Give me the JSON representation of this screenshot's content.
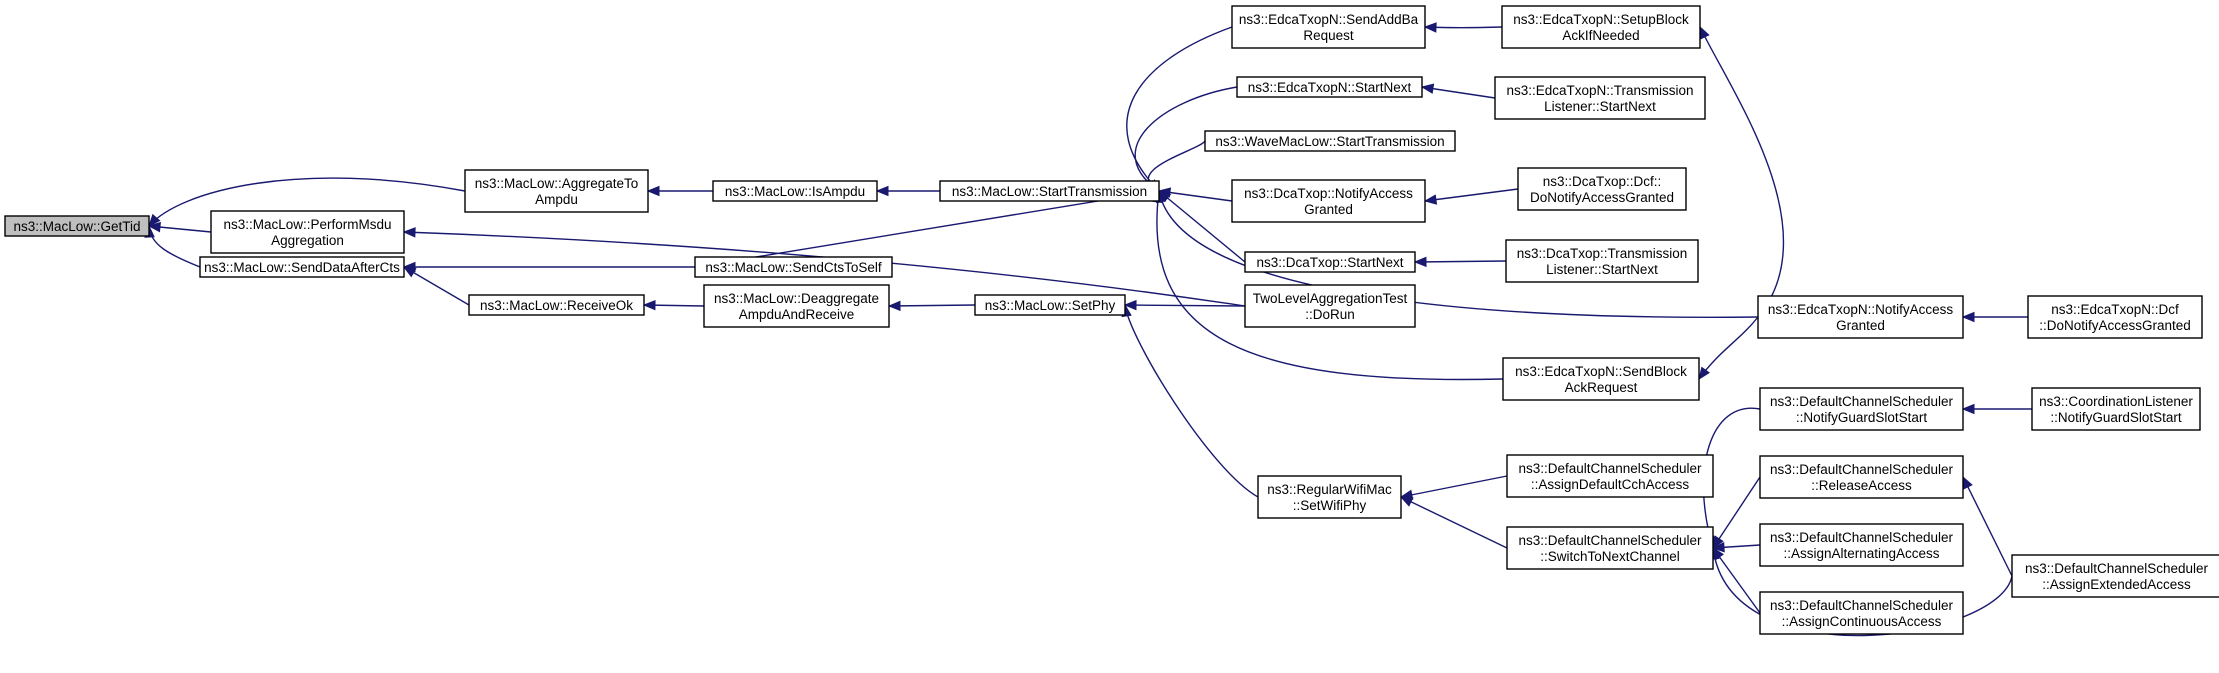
{
  "colors": {
    "edge": "#191970",
    "node_border": "#000000",
    "node_fill": "#ffffff",
    "root_fill": "#bfbfbf"
  },
  "nodes": [
    {
      "id": "gettid",
      "lines": [
        "ns3::MacLow::GetTid"
      ]
    },
    {
      "id": "aggregate",
      "lines": [
        "ns3::MacLow::AggregateTo",
        "Ampdu"
      ]
    },
    {
      "id": "performmsdu",
      "lines": [
        "ns3::MacLow::PerformMsdu",
        "Aggregation"
      ]
    },
    {
      "id": "senddataaftercts",
      "lines": [
        "ns3::MacLow::SendDataAfterCts"
      ]
    },
    {
      "id": "isampdu",
      "lines": [
        "ns3::MacLow::IsAmpdu"
      ]
    },
    {
      "id": "sendctstoself",
      "lines": [
        "ns3::MacLow::SendCtsToSelf"
      ]
    },
    {
      "id": "receiveok",
      "lines": [
        "ns3::MacLow::ReceiveOk"
      ]
    },
    {
      "id": "deaggregate",
      "lines": [
        "ns3::MacLow::Deaggregate",
        "AmpduAndReceive"
      ]
    },
    {
      "id": "starttransmission",
      "lines": [
        "ns3::MacLow::StartTransmission"
      ]
    },
    {
      "id": "setphy",
      "lines": [
        "ns3::MacLow::SetPhy"
      ]
    },
    {
      "id": "sendaddba",
      "lines": [
        "ns3::EdcaTxopN::SendAddBa",
        "Request"
      ]
    },
    {
      "id": "edcastartnext",
      "lines": [
        "ns3::EdcaTxopN::StartNext"
      ]
    },
    {
      "id": "wavemaclow",
      "lines": [
        "ns3::WaveMacLow::StartTransmission"
      ]
    },
    {
      "id": "dcanotify",
      "lines": [
        "ns3::DcaTxop::NotifyAccess",
        "Granted"
      ]
    },
    {
      "id": "dcastartnext",
      "lines": [
        "ns3::DcaTxop::StartNext"
      ]
    },
    {
      "id": "twolevel",
      "lines": [
        "TwoLevelAggregationTest",
        "::DoRun"
      ]
    },
    {
      "id": "setwifiphy",
      "lines": [
        "ns3::RegularWifiMac",
        "::SetWifiPhy"
      ]
    },
    {
      "id": "setupblockack",
      "lines": [
        "ns3::EdcaTxopN::SetupBlock",
        "AckIfNeeded"
      ]
    },
    {
      "id": "edcatranslistener",
      "lines": [
        "ns3::EdcaTxopN::Transmission",
        "Listener::StartNext"
      ]
    },
    {
      "id": "dcfdonotify",
      "lines": [
        "ns3::DcaTxop::Dcf::",
        "DoNotifyAccessGranted"
      ]
    },
    {
      "id": "dcatranslistener",
      "lines": [
        "ns3::DcaTxop::Transmission",
        "Listener::StartNext"
      ]
    },
    {
      "id": "sendblockack",
      "lines": [
        "ns3::EdcaTxopN::SendBlock",
        "AckRequest"
      ]
    },
    {
      "id": "assigndefaultcch",
      "lines": [
        "ns3::DefaultChannelScheduler",
        "::AssignDefaultCchAccess"
      ]
    },
    {
      "id": "switchtonext",
      "lines": [
        "ns3::DefaultChannelScheduler",
        "::SwitchToNextChannel"
      ]
    },
    {
      "id": "edcanotify",
      "lines": [
        "ns3::EdcaTxopN::NotifyAccess",
        "Granted"
      ]
    },
    {
      "id": "notifyguard",
      "lines": [
        "ns3::DefaultChannelScheduler",
        "::NotifyGuardSlotStart"
      ]
    },
    {
      "id": "releaseaccess",
      "lines": [
        "ns3::DefaultChannelScheduler",
        "::ReleaseAccess"
      ]
    },
    {
      "id": "assignalternating",
      "lines": [
        "ns3::DefaultChannelScheduler",
        "::AssignAlternatingAccess"
      ]
    },
    {
      "id": "assigncontinuous",
      "lines": [
        "ns3::DefaultChannelScheduler",
        "::AssignContinuousAccess"
      ]
    },
    {
      "id": "edcadcf",
      "lines": [
        "ns3::EdcaTxopN::Dcf",
        "::DoNotifyAccessGranted"
      ]
    },
    {
      "id": "coordlistener",
      "lines": [
        "ns3::CoordinationListener",
        "::NotifyGuardSlotStart"
      ]
    },
    {
      "id": "assignextended",
      "lines": [
        "ns3::DefaultChannelScheduler",
        "::AssignExtendedAccess"
      ]
    }
  ],
  "edges": [
    {
      "from": "aggregate",
      "to": "gettid"
    },
    {
      "from": "performmsdu",
      "to": "gettid"
    },
    {
      "from": "senddataaftercts",
      "to": "gettid"
    },
    {
      "from": "isampdu",
      "to": "aggregate"
    },
    {
      "from": "starttransmission",
      "to": "isampdu"
    },
    {
      "from": "twolevel",
      "to": "performmsdu"
    },
    {
      "from": "sendctstoself",
      "to": "senddataaftercts"
    },
    {
      "from": "receiveok",
      "to": "senddataaftercts"
    },
    {
      "from": "deaggregate",
      "to": "receiveok"
    },
    {
      "from": "setphy",
      "to": "deaggregate"
    },
    {
      "from": "twolevel",
      "to": "setphy"
    },
    {
      "from": "setwifiphy",
      "to": "setphy"
    },
    {
      "from": "sendctstoself",
      "to": "starttransmission"
    },
    {
      "from": "sendaddba",
      "to": "starttransmission"
    },
    {
      "from": "edcastartnext",
      "to": "starttransmission"
    },
    {
      "from": "wavemaclow",
      "to": "starttransmission"
    },
    {
      "from": "dcanotify",
      "to": "starttransmission"
    },
    {
      "from": "dcastartnext",
      "to": "starttransmission"
    },
    {
      "from": "edcanotify",
      "to": "starttransmission"
    },
    {
      "from": "sendblockack",
      "to": "starttransmission"
    },
    {
      "from": "setupblockack",
      "to": "sendaddba"
    },
    {
      "from": "edcatranslistener",
      "to": "edcastartnext"
    },
    {
      "from": "dcfdonotify",
      "to": "dcanotify"
    },
    {
      "from": "dcatranslistener",
      "to": "dcastartnext"
    },
    {
      "from": "edcanotify",
      "to": "setupblockack"
    },
    {
      "from": "edcadcf",
      "to": "edcanotify"
    },
    {
      "from": "edcanotify",
      "to": "sendblockack"
    },
    {
      "from": "assigndefaultcch",
      "to": "setwifiphy"
    },
    {
      "from": "switchtonext",
      "to": "setwifiphy"
    },
    {
      "from": "notifyguard",
      "to": "switchtonext"
    },
    {
      "from": "releaseaccess",
      "to": "switchtonext"
    },
    {
      "from": "assignalternating",
      "to": "switchtonext"
    },
    {
      "from": "assigncontinuous",
      "to": "switchtonext"
    },
    {
      "from": "assignextended",
      "to": "switchtonext"
    },
    {
      "from": "coordlistener",
      "to": "notifyguard"
    },
    {
      "from": "assignextended",
      "to": "releaseaccess"
    }
  ]
}
